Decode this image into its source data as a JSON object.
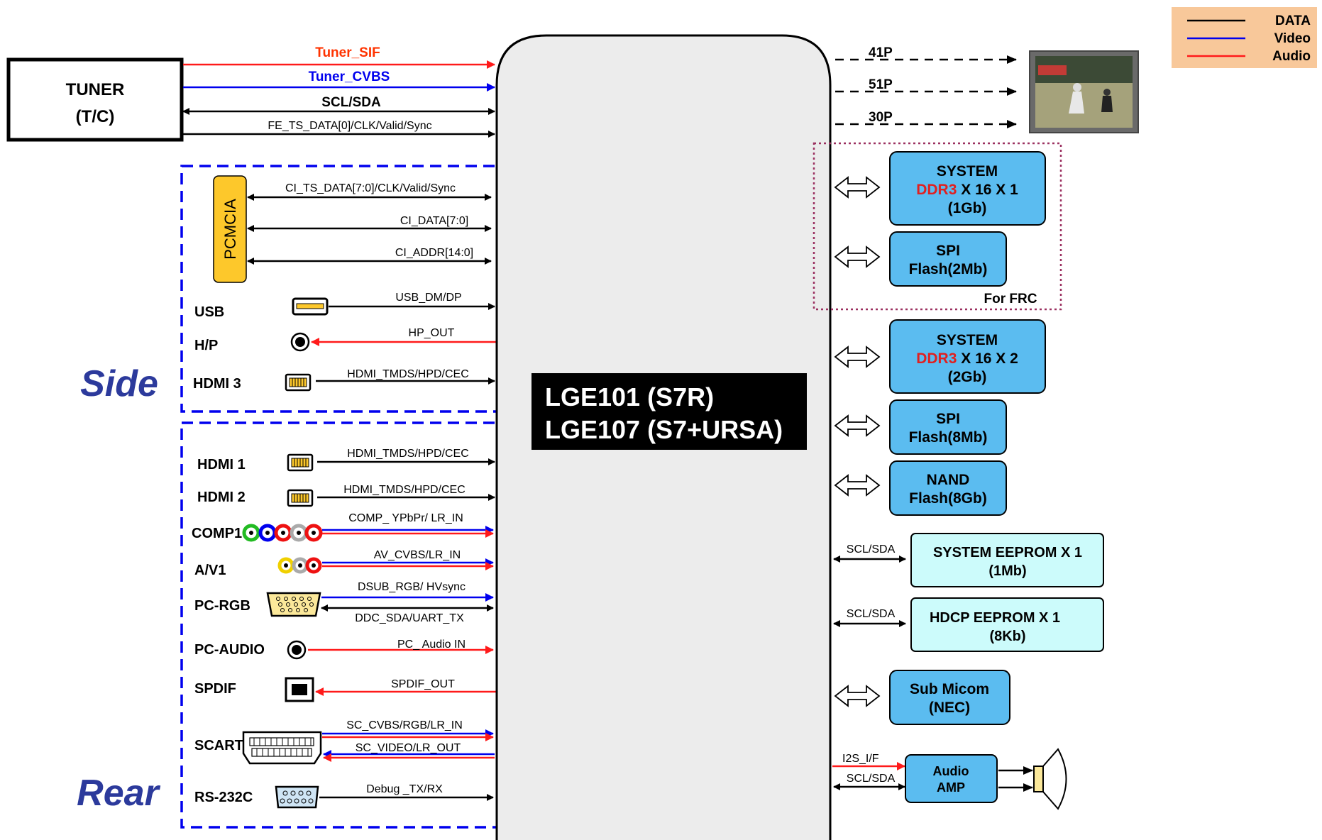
{
  "legend": {
    "items": [
      {
        "label": "DATA",
        "color": "#000000"
      },
      {
        "label": "Video",
        "color": "#0000cc"
      },
      {
        "label": "Audio",
        "color": "#ff0000"
      }
    ],
    "background": "#f8c89a"
  },
  "tuner": {
    "title": "TUNER",
    "subtitle": "(T/C)",
    "signals": [
      "Tuner_SIF",
      "Tuner_CVBS",
      "SCL/SDA",
      "FE_TS_DATA[0]/CLK/Valid/Sync"
    ]
  },
  "chip": {
    "line1": "LGE101 (S7R)",
    "line2": "LGE107 (S7+URSA)"
  },
  "side": {
    "title": "Side",
    "pcmcia": "PCMCIA",
    "pcmcia_signals": [
      "CI_TS_DATA[7:0]/CLK/Valid/Sync",
      "CI_DATA[7:0]",
      "CI_ADDR[14:0]"
    ],
    "ports": [
      {
        "label": "USB",
        "signal": "USB_DM/DP",
        "icon": "usb-icon"
      },
      {
        "label": "H/P",
        "signal": "HP_OUT",
        "icon": "headphone-jack-icon"
      },
      {
        "label": "HDMI 3",
        "signal": "HDMI_TMDS/HPD/CEC",
        "icon": "hdmi-icon"
      }
    ]
  },
  "rear": {
    "title": "Rear",
    "ports": [
      {
        "label": "HDMI 1",
        "signal": "HDMI_TMDS/HPD/CEC",
        "icon": "hdmi-icon"
      },
      {
        "label": "HDMI 2",
        "signal": "HDMI_TMDS/HPD/CEC",
        "icon": "hdmi-icon"
      },
      {
        "label": "COMP1",
        "signal": "COMP_ YPbPr/ LR_IN",
        "icon": "rca-jacks-icon"
      },
      {
        "label": "A/V1",
        "signal": "AV_CVBS/LR_IN",
        "icon": "rca-jacks-icon"
      },
      {
        "label": "PC-RGB",
        "signal": "DSUB_RGB/ HVsync",
        "signal2": "DDC_SDA/UART_TX",
        "icon": "dsub-icon"
      },
      {
        "label": "PC-AUDIO",
        "signal": "PC_ Audio IN",
        "icon": "audio-jack-icon"
      },
      {
        "label": "SPDIF",
        "signal": "SPDIF_OUT",
        "icon": "optical-port-icon"
      },
      {
        "label": "SCART",
        "signal": "SC_CVBS/RGB/LR_IN",
        "signal2": "SC_VIDEO/LR_OUT",
        "icon": "scart-icon"
      },
      {
        "label": "RS-232C",
        "signal": "Debug _TX/RX",
        "icon": "serial-port-icon"
      }
    ]
  },
  "display": {
    "links": [
      "41P",
      "51P",
      "30P"
    ]
  },
  "memory": {
    "frc_label": "For FRC",
    "system1": {
      "line1": "SYSTEM",
      "ddr": "DDR3",
      "line2_rest": " X 16 X 1",
      "line3": "(1Gb)"
    },
    "spi1": {
      "line1": "SPI",
      "line2": "Flash(2Mb)"
    },
    "system2": {
      "line1": "SYSTEM",
      "ddr": "DDR3",
      "line2_rest": " X 16 X 2",
      "line3": "(2Gb)"
    },
    "spi2": {
      "line1": "SPI",
      "line2": "Flash(8Mb)"
    },
    "nand": {
      "line1": "NAND",
      "line2": "Flash(8Gb)"
    },
    "eeprom_sys": {
      "line1": "SYSTEM EEPROM X 1",
      "line2": "(1Mb)",
      "signal": "SCL/SDA"
    },
    "eeprom_hdcp": {
      "line1": "HDCP EEPROM X 1",
      "line2": "(8Kb)",
      "signal": "SCL/SDA"
    },
    "micom": {
      "line1": "Sub Micom",
      "line2": "(NEC)"
    },
    "amp": {
      "line1": "Audio",
      "line2": "AMP",
      "signal1": "I2S_I/F",
      "signal2": "SCL/SDA"
    }
  },
  "colors": {
    "video": "#0000ee",
    "audio": "#ff1a1a",
    "data": "#000000",
    "chip_fill": "#ececec",
    "box_blue": "#5bbcf0",
    "box_cyan": "#ccfbfb",
    "pcmcia_fill": "#fdc82b",
    "side_rear_title": "#2c3a9c",
    "ddr_red": "#e02020",
    "frc_border": "#9b3060"
  }
}
